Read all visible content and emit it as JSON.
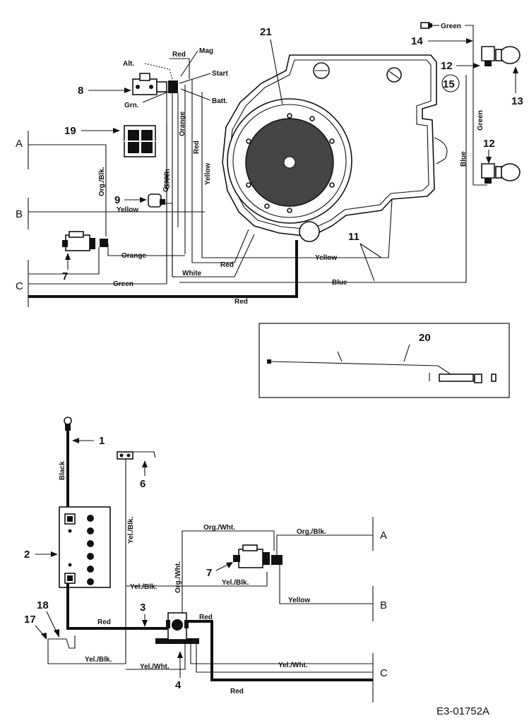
{
  "sections": [
    "A",
    "B",
    "C"
  ],
  "callouts": {
    "n1": "1",
    "n2": "2",
    "n3": "3",
    "n4": "4",
    "n6": "6",
    "n7": "7",
    "n8": "8",
    "n9": "9",
    "n11": "11",
    "n12": "12",
    "n13": "13",
    "n14": "14",
    "n15": "15",
    "n17": "17",
    "n18": "18",
    "n19": "19",
    "n20": "20",
    "n21": "21"
  },
  "terminals": {
    "alt": "Alt.",
    "mag": "Mag",
    "start": "Start",
    "batt": "Batt.",
    "grn": "Grn."
  },
  "wires": {
    "red": "Red",
    "green": "Green",
    "orange": "Orange",
    "yellow": "Yellow",
    "white": "White",
    "blue": "Blue",
    "black": "Black",
    "org_blk": "Org./Blk.",
    "org_wht": "Org./Wht.",
    "yel_blk": "Yel./Blk.",
    "yel_wht": "Yel./Wht."
  },
  "diagram_code": "E3-01752A"
}
